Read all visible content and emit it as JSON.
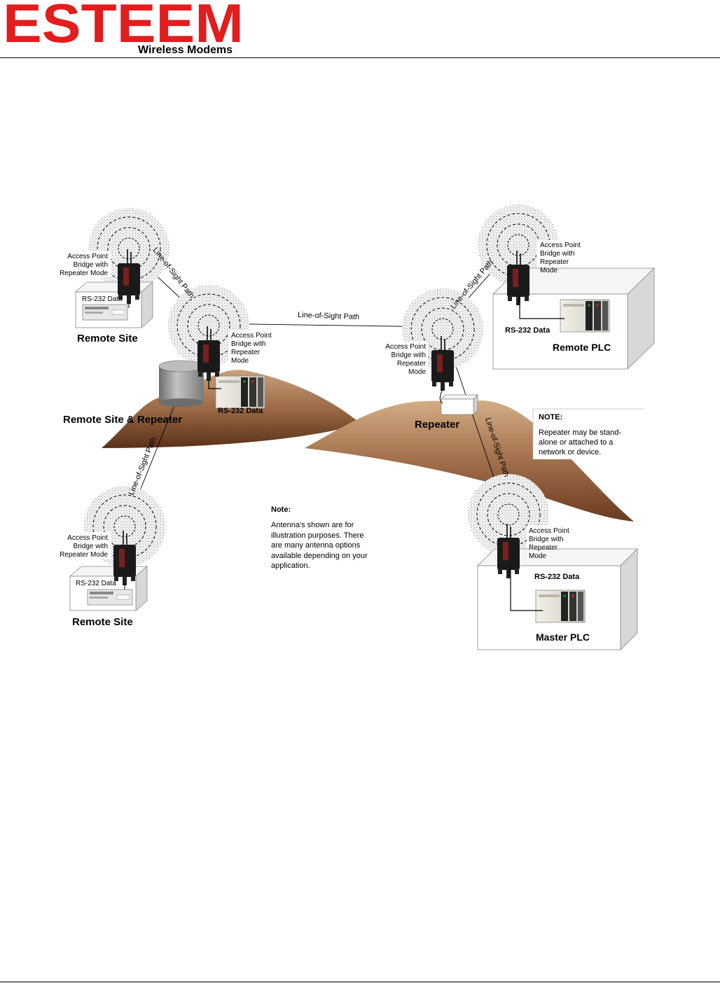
{
  "header": {
    "logo_text": "ESTEEM",
    "subtitle": "Wireless Modems",
    "brand_color": "#e11d1d"
  },
  "diagram": {
    "ap_label": [
      "Access Point",
      "Bridge with",
      "Repeater Mode"
    ],
    "ap_label_4": [
      "Access Point",
      "Bridge with",
      "Repeater",
      "Mode"
    ],
    "rs232": "RS-232 Data",
    "los_path": "Line-of-Sight Path",
    "sites": {
      "remote_site_top": "Remote Site",
      "remote_site_repeater": "Remote Site & Repeater",
      "repeater": "Repeater",
      "remote_plc": "Remote PLC",
      "remote_site_bottom": "Remote Site",
      "master_plc": "Master PLC"
    },
    "note_right": {
      "title": "NOTE:",
      "lines": [
        "Repeater may be stand-",
        "alone or attached to a",
        "network or device."
      ]
    },
    "note_center": {
      "title": "Note:",
      "lines": [
        "Antenna's shown are for",
        "illustration purposes.  There",
        "are many antenna options",
        "available depending on your",
        "application."
      ]
    },
    "colors": {
      "hill_top": "#c49a70",
      "hill_bottom": "#5a3018",
      "modem": "#1a1a1a",
      "modem_brand": "#c0392b",
      "tank": "#9b9b9b"
    }
  }
}
